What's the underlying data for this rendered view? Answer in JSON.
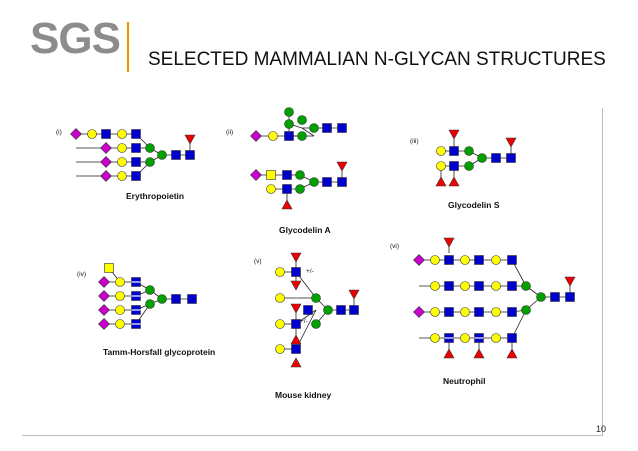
{
  "header": {
    "logo_text": "SGS",
    "title": "SELECTED MAMMALIAN N-GLYCAN STRUCTURES"
  },
  "page_number": "10",
  "colors": {
    "glcnac": "#0000cc",
    "mannose": "#00a000",
    "galactose": "#ffff00",
    "fucose": "#ee0000",
    "sialic_acid": "#cc00cc",
    "galnac": "#ffff00"
  },
  "structures": [
    {
      "numeral": "(i)",
      "name": "Erythropoietin"
    },
    {
      "numeral": "(ii)",
      "name": "Glycodelin A"
    },
    {
      "numeral": "(iii)",
      "name": "Glycodelin S"
    },
    {
      "numeral": "(iv)",
      "name": "Tamm-Horsfall glycoprotein"
    },
    {
      "numeral": "(v)",
      "name": "Mouse kidney",
      "marks": [
        "+/-",
        "+/-"
      ]
    },
    {
      "numeral": "(vi)",
      "name": "Neutrophil"
    }
  ]
}
